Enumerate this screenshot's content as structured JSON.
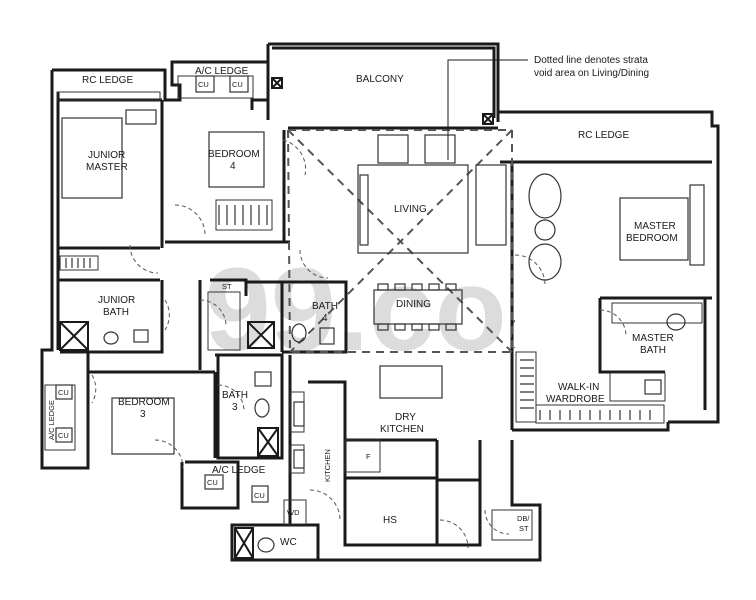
{
  "note": {
    "line1": "Dotted line denotes strata",
    "line2": "void area on Living/Dining"
  },
  "watermark": "99.co",
  "rooms": {
    "rc_ledge_left": "RC LEDGE",
    "ac_ledge_top": "A/C LEDGE",
    "balcony": "BALCONY",
    "rc_ledge_right": "RC LEDGE",
    "junior_master_1": "JUNIOR",
    "junior_master_2": "MASTER",
    "bedroom4_1": "BEDROOM",
    "bedroom4_2": "4",
    "living": "LIVING",
    "master_bedroom_1": "MASTER",
    "master_bedroom_2": "BEDROOM",
    "junior_bath_1": "JUNIOR",
    "junior_bath_2": "BATH",
    "st": "ST",
    "bath4_1": "BATH",
    "bath4_2": "4",
    "dining": "DINING",
    "master_bath_1": "MASTER",
    "master_bath_2": "BATH",
    "bedroom3_1": "BEDROOM",
    "bedroom3_2": "3",
    "bath3_1": "BATH",
    "bath3_2": "3",
    "dry_kitchen_1": "DRY",
    "dry_kitchen_2": "KITCHEN",
    "walkin_1": "WALK-IN",
    "walkin_2": "WARDROBE",
    "ac_ledge_left": "A/C LEDGE",
    "kitchen": "KITCHEN",
    "ac_ledge_bottom": "A/C LEDGE",
    "f": "F",
    "hs": "HS",
    "wd": "WD",
    "wc": "WC",
    "db_st_1": "DB/",
    "db_st_2": "ST",
    "cu": "CU"
  },
  "colors": {
    "wall": "#1a1a1a",
    "stroke": "#333333",
    "watermark": "#d9d9d9"
  }
}
